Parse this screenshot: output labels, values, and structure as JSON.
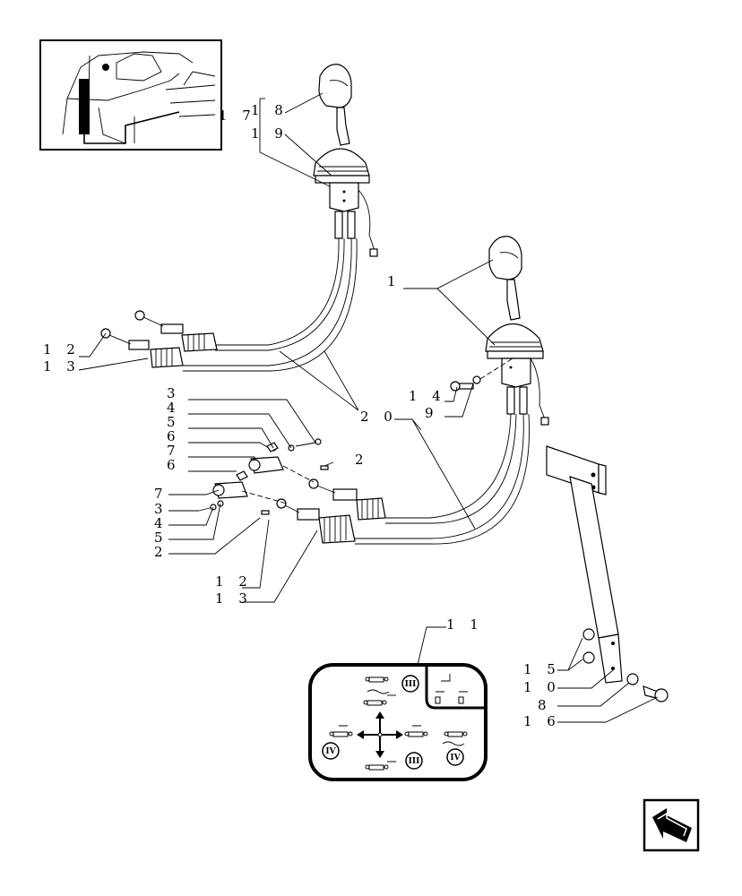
{
  "labels": {
    "l17": "1 7",
    "l18": "1 8",
    "l19": "1 9",
    "l1": "1",
    "l12a": "1 2",
    "l13a": "1 3",
    "l14": "1 4",
    "l9": "9",
    "l20": "2 0",
    "l3a": "3",
    "l4a": "4",
    "l5a": "5",
    "l6a": "6",
    "l7a": "7",
    "l6b": "6",
    "l2a": "2",
    "l7b": "7",
    "l3b": "3",
    "l4b": "4",
    "l5b": "5",
    "l2b": "2",
    "l12b": "1 2",
    "l13b": "1 3",
    "l11": "1 1",
    "l15": "1 5",
    "l10": "1 0",
    "l8": "8",
    "l16": "1 6"
  },
  "shift_pattern": {
    "roman_3": "III",
    "roman_4": "IV"
  },
  "icons": {
    "tractor_view": "tractor-cab-inset-icon",
    "next_page": "next-page-arrow-icon"
  }
}
